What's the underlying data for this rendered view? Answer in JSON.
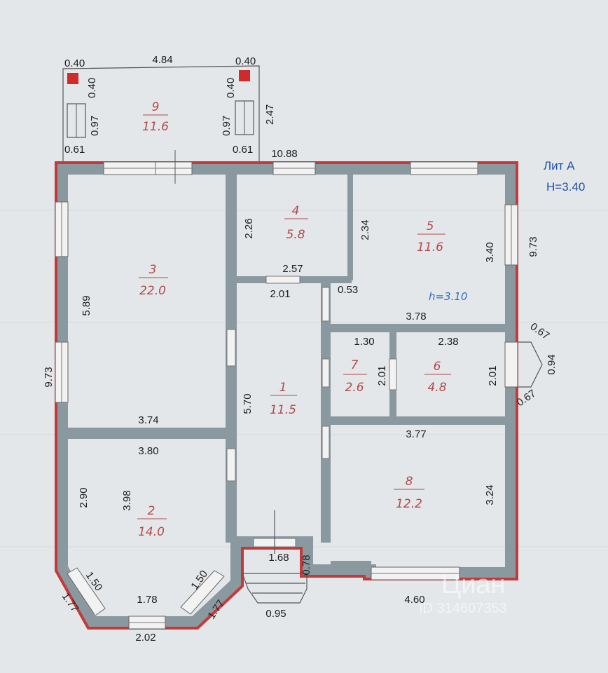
{
  "label": {
    "lit": "Лит А",
    "height": "H=3.40",
    "h_note": "h=3.10"
  },
  "rooms": [
    {
      "num": "1",
      "area": "11.5"
    },
    {
      "num": "2",
      "area": "14.0"
    },
    {
      "num": "3",
      "area": "22.0"
    },
    {
      "num": "4",
      "area": "5.8"
    },
    {
      "num": "5",
      "area": "11.6"
    },
    {
      "num": "6",
      "area": "4.8"
    },
    {
      "num": "7",
      "area": "2.6"
    },
    {
      "num": "8",
      "area": "12.2"
    },
    {
      "num": "9",
      "area": "11.6"
    }
  ],
  "dims": {
    "terrace_width": "4.84",
    "pillar_left": "0.40",
    "pillar_left_v": "0.40",
    "pillar_right": "0.40",
    "pillar_right_v": "0.40",
    "terrace_win_left": "0.97",
    "terrace_win_right": "0.97",
    "terrace_depth": "2.47",
    "terrace_bottom_left": "0.61",
    "terrace_bottom_right": "0.61",
    "total_top": "10.88",
    "left_height": "9.73",
    "right_height": "9.73",
    "right_upper": "3.40",
    "room3_h": "5.89",
    "room3_w": "3.74",
    "room2_w": "3.80",
    "room2_side": "2.90",
    "room2_h": "3.98",
    "room4_h": "2.26",
    "room4_w": "2.57",
    "corr_w": "2.01",
    "corr_h": "5.70",
    "room5_h": "2.34",
    "gap": "0.53",
    "room5_w": "3.78",
    "room7_w": "1.30",
    "room7_h": "2.01",
    "room6_w": "2.38",
    "room6_h": "2.01",
    "bay_upper": "0.67",
    "bay_mid": "0.94",
    "bay_lower": "0.67",
    "room8_w": "3.77",
    "room8_h": "3.24",
    "bottom_right": "4.60",
    "entry_w": "1.68",
    "entry_d": "0.78",
    "porch_w": "0.95",
    "bay2_diag_left": "1.50",
    "bay2_diag_right": "1.50",
    "bay2_inner": "1.78",
    "bay2_outer": "2.02",
    "bay2_outer_left": "1.77",
    "bay2_outer_right": "1.77"
  },
  "watermark": {
    "brand": "Циан",
    "id": "ID 314607353"
  },
  "colors": {
    "wall": "#8a98a0",
    "facade": "#c43a3a",
    "paper": "#e4e7ea",
    "room_text": "#b24a4a",
    "label_blue": "#1f4fa8"
  }
}
